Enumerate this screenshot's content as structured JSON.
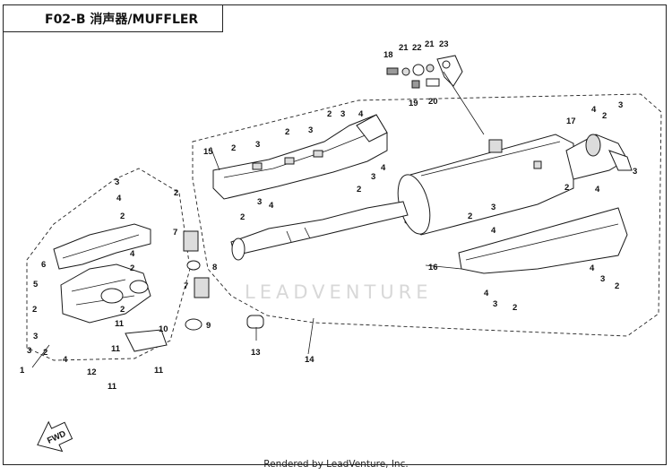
{
  "title": "F02-B 消声器/MUFFLER",
  "watermark": "LEADVENTURE",
  "footer": "Rendered by LeadVenture, Inc.",
  "fwd_label": "FWD",
  "callouts": [
    "1",
    "2",
    "3",
    "4",
    "5",
    "6",
    "7",
    "8",
    "9",
    "10",
    "11",
    "12",
    "13",
    "14",
    "15",
    "16",
    "17",
    "18",
    "19",
    "20",
    "21",
    "22",
    "23"
  ]
}
